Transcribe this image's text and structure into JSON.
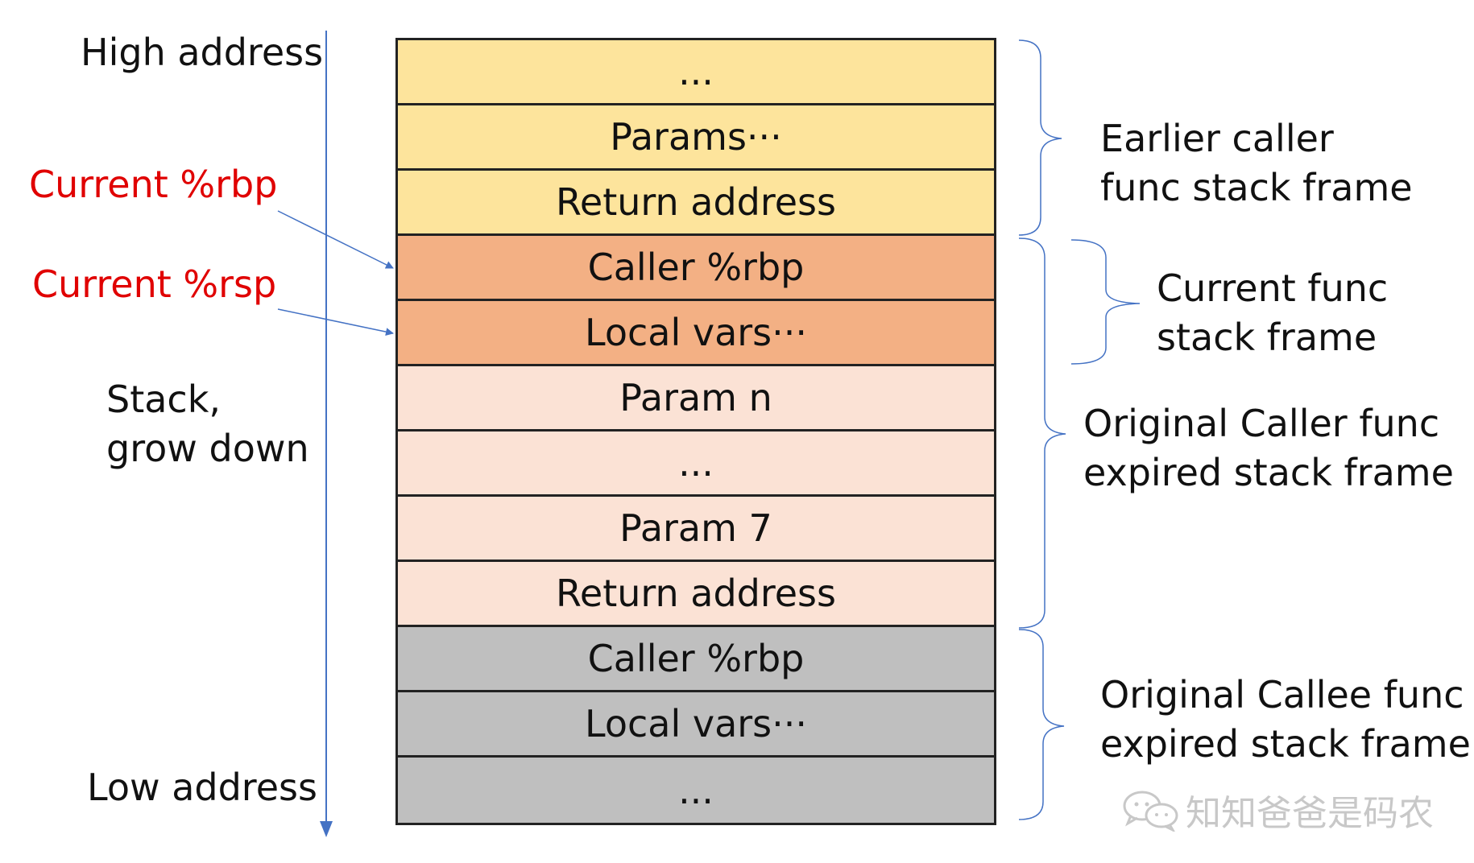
{
  "left_axis": {
    "high_label": "High address",
    "low_label": "Low address",
    "direction_line1": "Stack,",
    "direction_line2": "grow down"
  },
  "pointers": {
    "rbp_label": "Current %rbp",
    "rsp_label": "Current %rsp",
    "color": "#e00000"
  },
  "stack_cells": [
    {
      "text": "...",
      "color": "#fde49c"
    },
    {
      "text": "Params···",
      "color": "#fde49c"
    },
    {
      "text": "Return address",
      "color": "#fde49c"
    },
    {
      "text": "Caller %rbp",
      "color": "#f3b084"
    },
    {
      "text": "Local vars···",
      "color": "#f3b084"
    },
    {
      "text": "Param n",
      "color": "#fbe2d5"
    },
    {
      "text": "...",
      "color": "#fbe2d5"
    },
    {
      "text": "Param 7",
      "color": "#fbe2d5"
    },
    {
      "text": "Return address",
      "color": "#fbe2d5"
    },
    {
      "text": "Caller %rbp",
      "color": "#bfbfbf"
    },
    {
      "text": "Local vars···",
      "color": "#bfbfbf"
    },
    {
      "text": "...",
      "color": "#bfbfbf"
    }
  ],
  "frames": {
    "earlier_caller": {
      "line1": "Earlier caller",
      "line2": "func stack frame"
    },
    "current_func": {
      "line1": "Current func",
      "line2": "stack frame"
    },
    "original_caller": {
      "line1": "Original Caller func",
      "line2": "expired stack frame"
    },
    "original_callee": {
      "line1": "Original Callee func",
      "line2": "expired stack frame"
    }
  },
  "watermark": "知知爸爸是码农",
  "line_color": "#4472c4"
}
